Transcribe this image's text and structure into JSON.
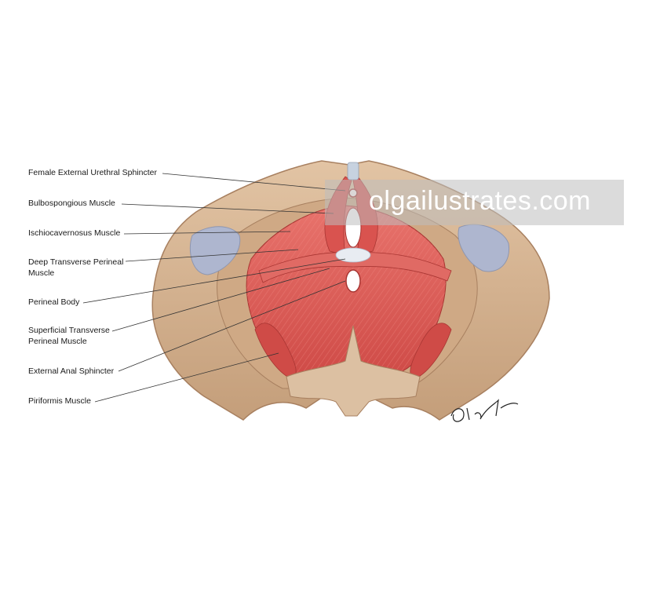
{
  "labels": [
    {
      "id": "urethral",
      "text": "Female External Urethral Sphincter"
    },
    {
      "id": "bulbo",
      "text": "Bulbospongious Muscle"
    },
    {
      "id": "ischio",
      "text": "Ischiocavernosus Muscle"
    },
    {
      "id": "deep1",
      "text": "Deep Transverse Perineal"
    },
    {
      "id": "deep2",
      "text": "Muscle"
    },
    {
      "id": "perineal",
      "text": "Perineal Body"
    },
    {
      "id": "sup1",
      "text": "Superficial Transverse"
    },
    {
      "id": "sup2",
      "text": "Perineal Muscle"
    },
    {
      "id": "anal",
      "text": "External Anal Sphincter"
    },
    {
      "id": "piri",
      "text": "Piriformis Muscle"
    }
  ],
  "watermark": "olgailustrates.com",
  "signature": "Olga Kurkina",
  "colors": {
    "bone": "#d9b896",
    "bone_dark": "#b8906c",
    "muscle": "#e0625e",
    "muscle_dark": "#c9423f",
    "foramen": "#aeb6cf",
    "line": "#333333"
  }
}
